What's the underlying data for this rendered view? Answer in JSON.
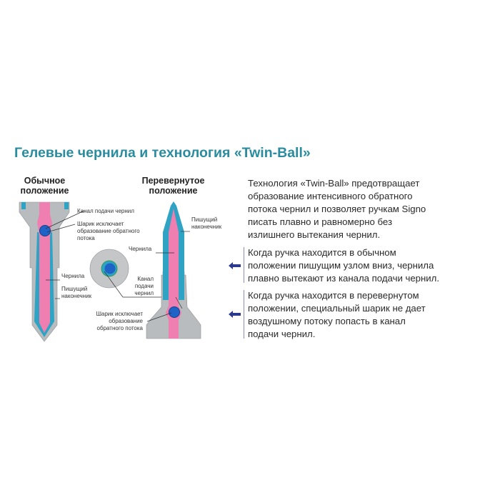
{
  "title": "Гелевые чернила и технология «Twin-Ball»",
  "normal": {
    "heading": [
      "Обычное",
      "положение"
    ],
    "labels": {
      "channel": "Канал подачи чернил",
      "ball": [
        "Шарик исключает",
        "образование обратного",
        "потока"
      ],
      "ink": "Чернила",
      "tip": [
        "Пишущий",
        "наконечник"
      ]
    }
  },
  "inverted": {
    "heading": [
      "Перевернутое",
      "положение"
    ],
    "labels": {
      "tip": [
        "Пишущий",
        "наконечник"
      ],
      "ink": "Чернила",
      "channel": [
        "Канал",
        "подачи",
        "чернил"
      ],
      "ball": [
        "Шарик исключает",
        "образование",
        "обратного потока"
      ]
    }
  },
  "description": {
    "intro": [
      "Технология «Twin-Ball» предотвращает",
      "образование интенсивного обратного",
      "потока чернил и позволяет ручкам Signo",
      "писать плавно и равномерно без",
      "излишнего вытекания чернил."
    ],
    "normal_note": [
      "Когда ручка находится в обычном",
      "положении пишущим узлом вниз, чернила",
      "плавно вытекают из канала подачи чернил."
    ],
    "inverted_note": [
      "Когда ручка находится в перевернутом",
      "положении, специальный шарик не дает",
      "воздушному потоку попасть в канал",
      "подачи чернил."
    ]
  },
  "colors": {
    "title": "#2a8c9e",
    "body": "#b9bcbf",
    "tip": "#2fa3c4",
    "ink": "#ee7fb0",
    "ball": "#1f63c7",
    "arrow": "#2b3a8c"
  }
}
